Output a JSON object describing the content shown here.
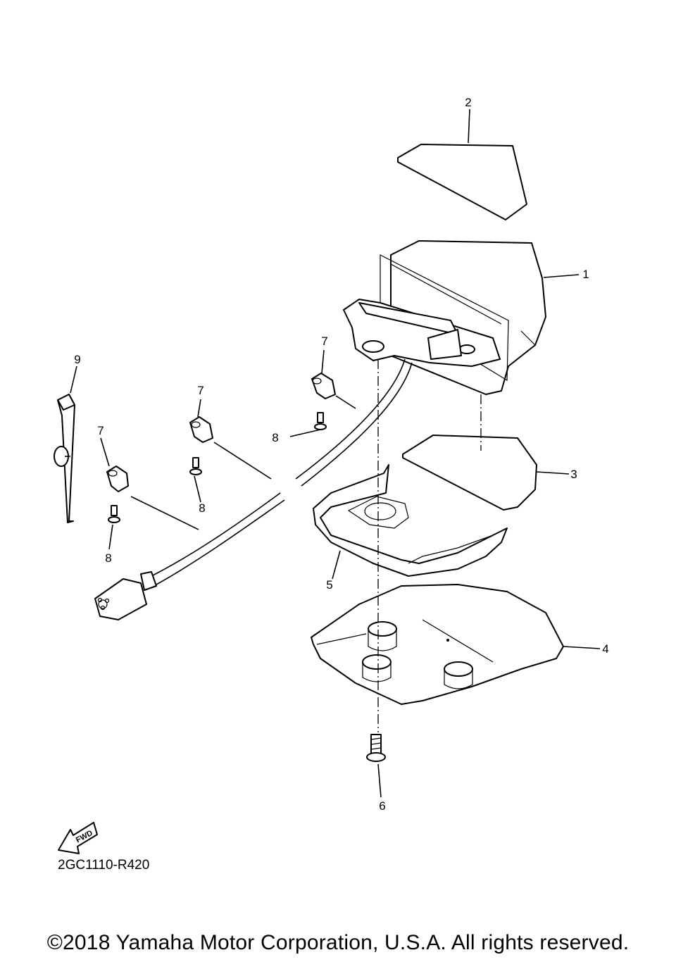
{
  "diagram": {
    "callouts": [
      {
        "id": "1",
        "label": "1"
      },
      {
        "id": "2",
        "label": "2"
      },
      {
        "id": "3",
        "label": "3"
      },
      {
        "id": "4",
        "label": "4"
      },
      {
        "id": "5",
        "label": "5"
      },
      {
        "id": "6",
        "label": "6"
      },
      {
        "id": "7a",
        "label": "7"
      },
      {
        "id": "7b",
        "label": "7"
      },
      {
        "id": "7c",
        "label": "7"
      },
      {
        "id": "8a",
        "label": "8"
      },
      {
        "id": "8b",
        "label": "8"
      },
      {
        "id": "8c",
        "label": "8"
      },
      {
        "id": "9",
        "label": "9"
      }
    ],
    "fwd_arrow_text": "FWD",
    "drawing_code": "2GC1110-R420"
  },
  "footer": {
    "copyright": "©2018 Yamaha Motor Corporation, U.S.A. All rights reserved."
  }
}
